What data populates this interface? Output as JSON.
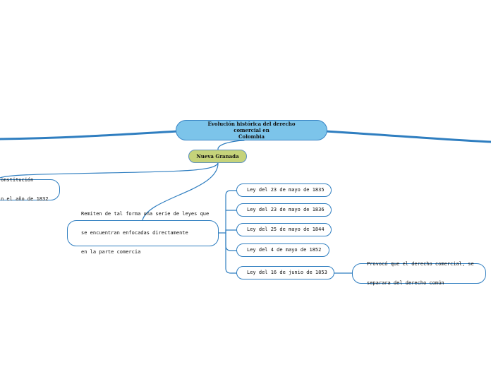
{
  "root": {
    "title_line1": "Evolución histórica del derecho comercial en",
    "title_line2": "Colombia"
  },
  "nueva_granada": {
    "label": "Nueva Granada"
  },
  "constitucion": {
    "line1": "onstitución",
    "line2": "n el año de 1832"
  },
  "remiten": {
    "line1": "Remiten de tal forma una serie de leyes que",
    "line2": "se encuentran enfocadas directamente",
    "line3": "en la parte comercia"
  },
  "laws": [
    {
      "label": "Ley del 23 de mayo de 1835"
    },
    {
      "label": "Ley del 23 de mayo de 1836"
    },
    {
      "label": "Ley del 25 de mayo de 1844"
    },
    {
      "label": "Ley del 4 de mayo de 1852"
    },
    {
      "label": "Ley del 16 de junio de 1853"
    }
  ],
  "provoco": {
    "line1": "Provocó que el derecho comercial, se",
    "line2": "separara del derecho común"
  },
  "colors": {
    "line": "#2f7ec0",
    "root_fill": "#7cc4ea",
    "sub_fill": "#c5d37a"
  }
}
